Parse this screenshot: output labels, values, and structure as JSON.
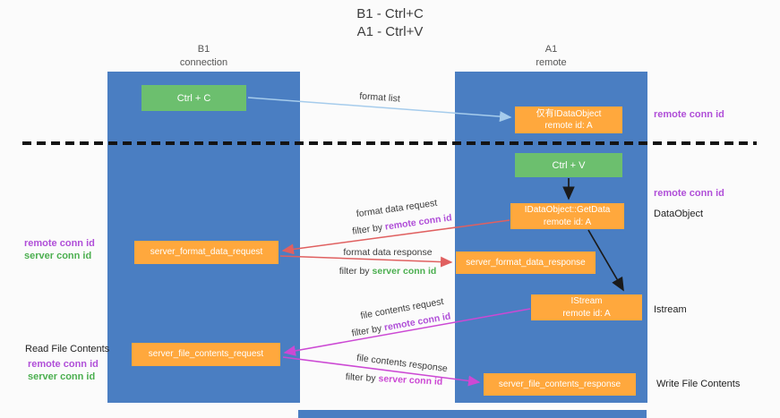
{
  "title": {
    "line1": "B1 - Ctrl+C",
    "line2": "A1 - Ctrl+V"
  },
  "lanes": {
    "left": {
      "name": "B1",
      "role": "connection"
    },
    "right": {
      "name": "A1",
      "role": "remote"
    }
  },
  "nodes": {
    "ctrl_c": {
      "label": "Ctrl + C"
    },
    "ctrl_v": {
      "label": "Ctrl + V"
    },
    "idataobject": {
      "line1": "仅有IDataObject",
      "line2": "remote id: A"
    },
    "getdata": {
      "line1": "IDataObject::GetData",
      "line2": "remote id: A"
    },
    "istream": {
      "line1": "IStream",
      "line2": "remote id: A"
    },
    "format_request": {
      "label": "server_format_data_request"
    },
    "format_response": {
      "label": "server_format_data_response"
    },
    "file_request": {
      "label": "server_file_contents_request"
    },
    "file_response": {
      "label": "server_file_contents_response"
    }
  },
  "annotations": {
    "remote_conn_id": "remote conn id",
    "server_conn_id": "server conn id",
    "dataobject": "DataObject",
    "istream": "Istream",
    "read_file_contents": "Read File Contents",
    "write_file_contents": "Write File Contents"
  },
  "arrows": {
    "format_list": "format list",
    "format_data_request": "format data request",
    "format_data_response": "format data response",
    "file_contents_request": "file contents request",
    "file_contents_response": "file contents response",
    "filter_by": "filter by"
  },
  "colors": {
    "lane_blue": "#4A7EC2",
    "box_green": "#6CBF6E",
    "box_orange": "#FFA83D",
    "purple_text": "#B04FD8",
    "green_text": "#4CAF50",
    "red_arrow": "#E06060",
    "magenta_arrow": "#CC49D4",
    "blue_arrow": "#A6CCEC",
    "black_arrow": "#1A1A1A"
  }
}
